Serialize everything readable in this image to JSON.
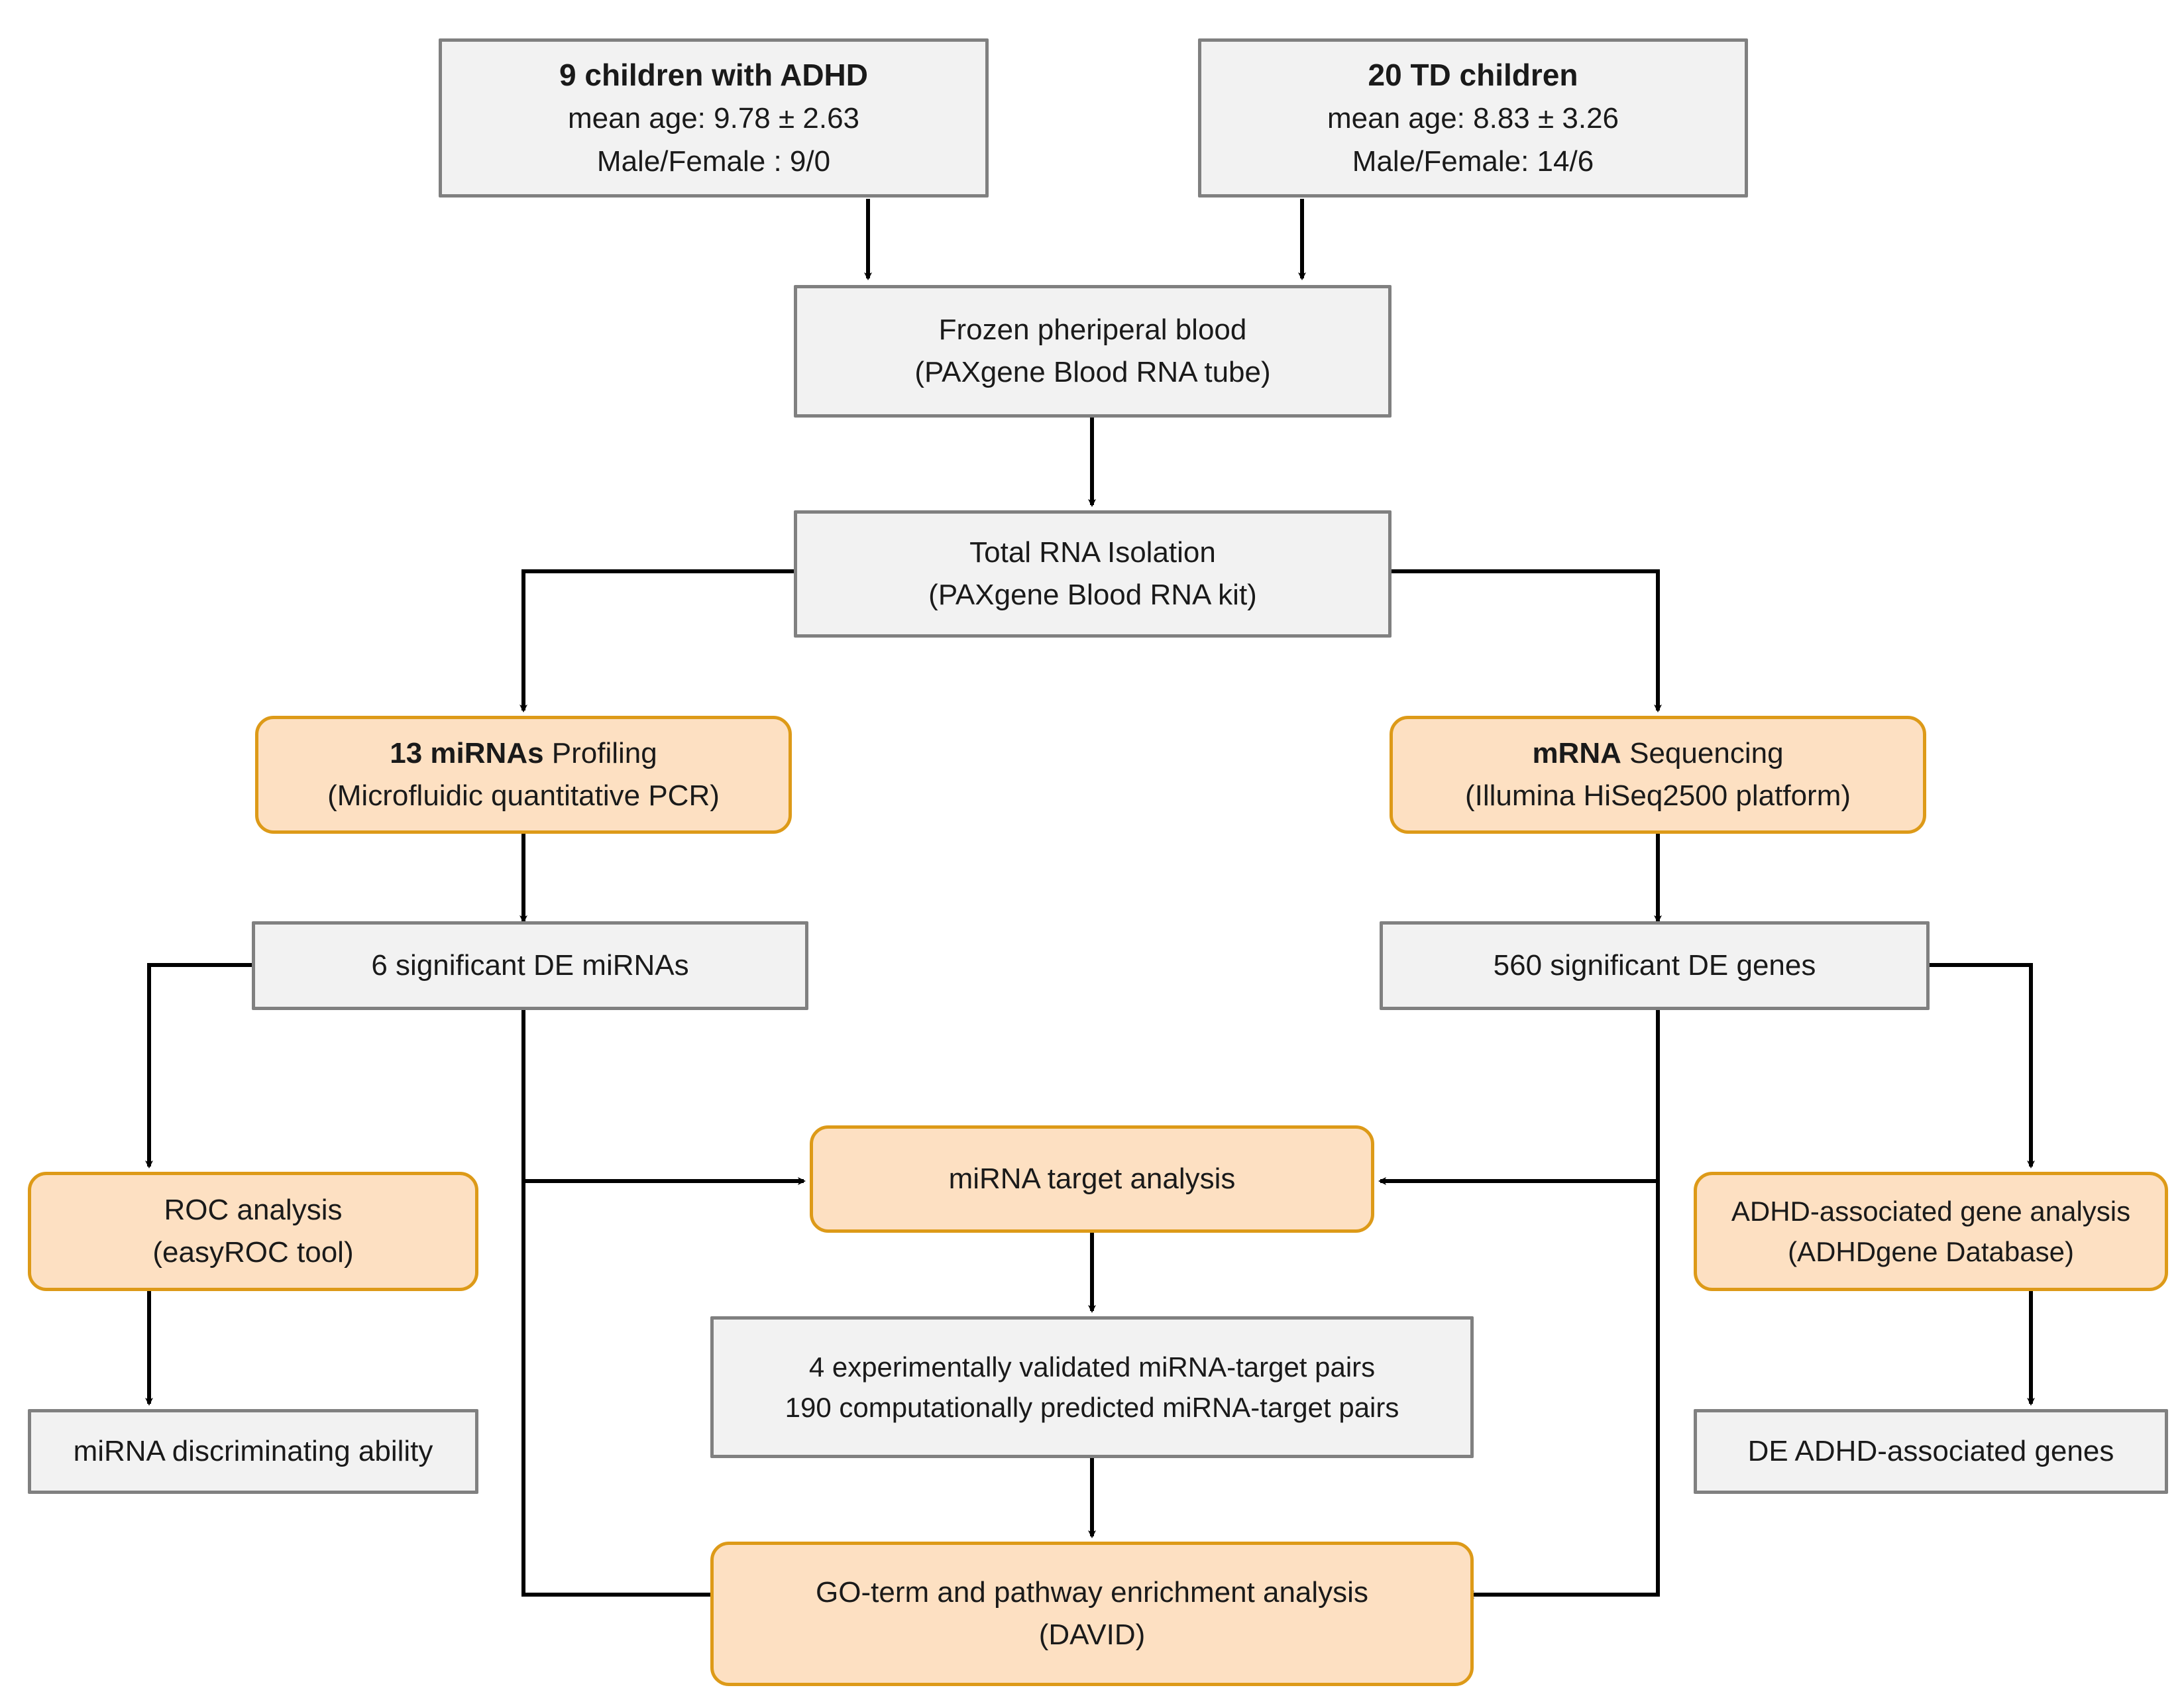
{
  "diagram": {
    "title": "ADHD miRNA and mRNA study workflow",
    "colors": {
      "grey_fill": "#f2f2f2",
      "grey_border": "#808080",
      "orange_fill": "#fde0c2",
      "orange_border": "#dd9a18",
      "connector": "#000000",
      "text": "#1a1a1a",
      "background": "#ffffff"
    }
  },
  "nodes": {
    "adhd_group": {
      "line1": "9 children with ADHD",
      "line2": "mean age:  9.78 ± 2.63",
      "line3": "Male/Female : 9/0",
      "style": "grey"
    },
    "td_group": {
      "line1": "20 TD children",
      "line2": "mean age: 8.83 ± 3.26",
      "line3": "Male/Female: 14/6",
      "style": "grey"
    },
    "frozen_blood": {
      "line1": "Frozen pheriperal blood",
      "line2": "(PAXgene Blood RNA tube)",
      "style": "grey"
    },
    "rna_isolation": {
      "line1": "Total RNA Isolation",
      "line2": "(PAXgene Blood RNA kit)",
      "style": "grey"
    },
    "mirna_profiling": {
      "line1_bold": "13 miRNAs",
      "line1_rest": " Profiling",
      "line2": "(Microfluidic quantitative PCR)",
      "style": "orange"
    },
    "mrna_sequencing": {
      "line1_bold": "mRNA",
      "line1_rest": " Sequencing",
      "line2": "(Illumina HiSeq2500 platform)",
      "style": "orange"
    },
    "de_mirnas": {
      "line1": "6 significant DE miRNAs",
      "style": "grey"
    },
    "de_genes": {
      "line1": "560 significant DE genes",
      "style": "grey"
    },
    "roc_analysis": {
      "line1": "ROC analysis",
      "line2": "(easyROC tool)",
      "style": "orange"
    },
    "mirna_target_analysis": {
      "line1": "miRNA target analysis",
      "style": "orange"
    },
    "adhd_gene_analysis": {
      "line1": "ADHD-associated gene analysis",
      "line2": "(ADHDgene Database)",
      "style": "orange"
    },
    "mirna_discriminating": {
      "line1": "miRNA discriminating ability",
      "style": "grey"
    },
    "target_pairs": {
      "line1": "4 experimentally validated miRNA-target pairs",
      "line2": "190 computationally predicted miRNA-target pairs",
      "style": "grey"
    },
    "de_adhd_genes": {
      "line1": "DE ADHD-associated genes",
      "style": "grey"
    },
    "go_enrichment": {
      "line1": "GO-term and pathway enrichment analysis",
      "line2": "(DAVID)",
      "style": "orange"
    }
  },
  "edges": [
    {
      "from": "adhd_group",
      "to": "frozen_blood"
    },
    {
      "from": "td_group",
      "to": "frozen_blood"
    },
    {
      "from": "frozen_blood",
      "to": "rna_isolation"
    },
    {
      "from": "rna_isolation",
      "to": "mirna_profiling"
    },
    {
      "from": "rna_isolation",
      "to": "mrna_sequencing"
    },
    {
      "from": "mirna_profiling",
      "to": "de_mirnas"
    },
    {
      "from": "mrna_sequencing",
      "to": "de_genes"
    },
    {
      "from": "de_mirnas",
      "to": "roc_analysis"
    },
    {
      "from": "de_mirnas",
      "to": "mirna_target_analysis"
    },
    {
      "from": "de_mirnas",
      "to": "go_enrichment"
    },
    {
      "from": "de_genes",
      "to": "mirna_target_analysis"
    },
    {
      "from": "de_genes",
      "to": "adhd_gene_analysis"
    },
    {
      "from": "de_genes",
      "to": "go_enrichment"
    },
    {
      "from": "roc_analysis",
      "to": "mirna_discriminating"
    },
    {
      "from": "mirna_target_analysis",
      "to": "target_pairs"
    },
    {
      "from": "target_pairs",
      "to": "go_enrichment"
    },
    {
      "from": "adhd_gene_analysis",
      "to": "de_adhd_genes"
    }
  ]
}
